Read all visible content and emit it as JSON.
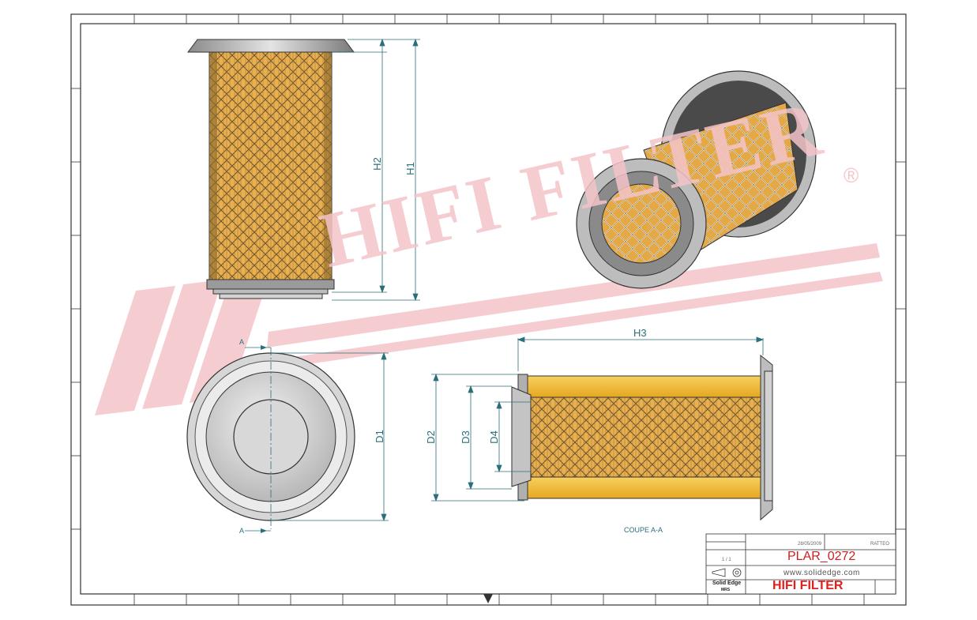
{
  "watermark": {
    "text": "HIFI FILTER",
    "symbol": "®"
  },
  "dimensions": {
    "h1": "H1",
    "h2": "H2",
    "h3": "H3",
    "d1": "D1",
    "d2": "D2",
    "d3": "D3",
    "d4": "D4"
  },
  "section": {
    "marker": "A",
    "caption": "COUPE A-A"
  },
  "title_block": {
    "date": "28/05/2009",
    "author": "RATTEO",
    "scale": "1 / 1",
    "part_number": "PLAR_0272",
    "website": "www.solidedge.com",
    "company": "HIFI FILTER",
    "software": "Solid Edge",
    "software_sub": "MRS"
  },
  "colors": {
    "frame": "#333333",
    "dimension": "#2a6f7a",
    "media": "#e8b050",
    "mesh": "#5a4a30",
    "metal": "#c8c8c8",
    "cap_yellow": "#f2c33a",
    "watermark": "#f4c4c8",
    "title_red": "#cc2020",
    "company_red": "#e0201c"
  }
}
